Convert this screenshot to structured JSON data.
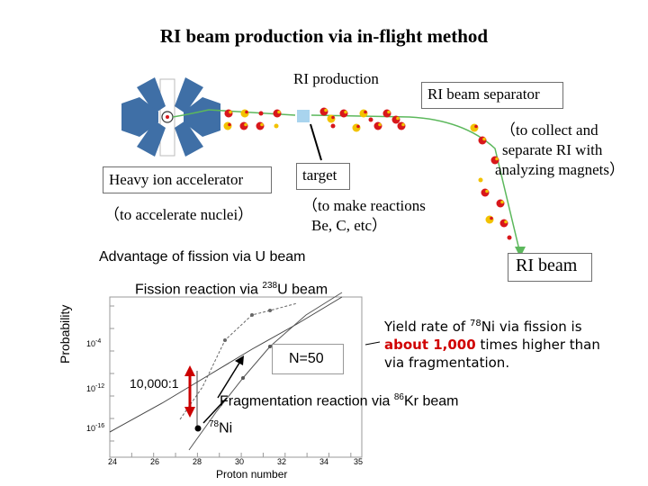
{
  "title": "RI beam production via in-flight method",
  "labels": {
    "ri_production": "RI production",
    "ri_beam_separator": "RI beam separator",
    "separator_note_1": "（to collect and",
    "separator_note_2": "separate RI with",
    "separator_note_3": "analyzing magnets）",
    "heavy_ion_accelerator": "Heavy ion accelerator",
    "accelerator_note": "（to accelerate nuclei）",
    "target": "target",
    "target_note_1": "（to make reactions",
    "target_note_2": "Be, C, etc）",
    "ri_beam": "RI beam",
    "advantage": "Advantage of fission via U beam",
    "fission_prefix": "Fission reaction via ",
    "fission_mass": "238",
    "fission_suffix": "U beam",
    "probability": "Probability",
    "n50": "N=50",
    "ratio": "10,000:1",
    "frag_prefix": "Fragmentation reaction via ",
    "frag_mass": "86",
    "frag_suffix": "Kr beam",
    "ni_mass": "78",
    "ni_symbol": "Ni",
    "proton_number": "Proton number",
    "yield_line1_a": "Yield rate of ",
    "yield_line1_mass": "78",
    "yield_line1_b": "Ni via fission is",
    "yield_red": "about 1,000",
    "yield_line2_b": " times higher than",
    "yield_line3": "via fragmentation."
  },
  "chart_data": {
    "type": "line",
    "xlabel": "Proton number",
    "ylabel": "Probability",
    "x_ticks": [
      "24",
      "26",
      "28",
      "30",
      "32",
      "34",
      "35"
    ],
    "y_ticks": [
      "10",
      "10",
      "10"
    ],
    "y_tick_exponents": [
      "-4",
      "-12",
      "-16"
    ]
  },
  "colors": {
    "accelerator": "#3f6fa6",
    "beam_line": "#5cb85c",
    "particle_red": "#d8171b",
    "particle_yellow": "#f2c200",
    "target": "#a9d4ee",
    "arrow_red": "#cc0000"
  }
}
